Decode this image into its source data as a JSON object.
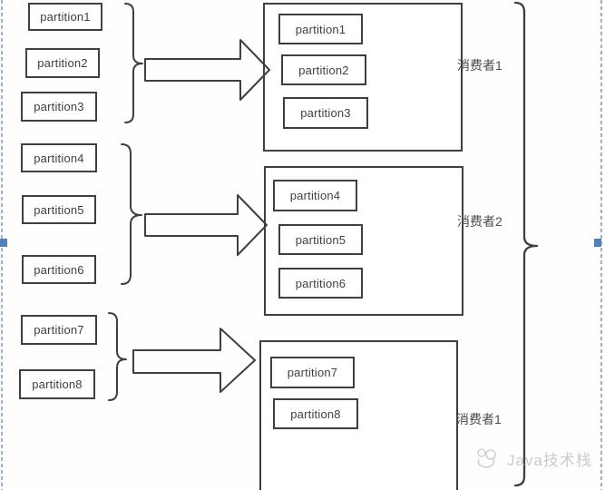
{
  "diagram": {
    "left_partitions": [
      "partition1",
      "partition2",
      "partition3",
      "partition4",
      "partition5",
      "partition6",
      "partition7",
      "partition8"
    ],
    "groups": [
      {
        "consumer_label": "消费者1",
        "partitions": [
          "partition1",
          "partition2",
          "partition3"
        ]
      },
      {
        "consumer_label": "消费者2",
        "partitions": [
          "partition4",
          "partition5",
          "partition6"
        ]
      },
      {
        "consumer_label": "消费者1",
        "partitions": [
          "partition7",
          "partition8"
        ]
      }
    ]
  },
  "watermark": {
    "text": "Java技术栈"
  },
  "icons": {
    "watermark_logo": "cloud-paw-logo"
  },
  "colors": {
    "diagram_line": "#3f3f3f",
    "selection_dash": "#95b3d7",
    "selection_handle": "#4f81bd",
    "watermark_gray": "#cbcbcb"
  }
}
